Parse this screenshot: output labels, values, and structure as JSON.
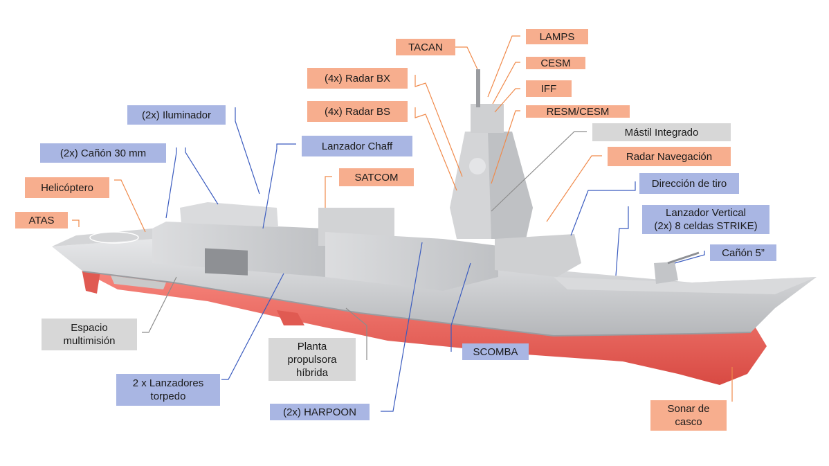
{
  "colors": {
    "weapons_label": "#f7ae8e",
    "sensors_label": "#a9b6e3",
    "systems_label": "#d7d7d7",
    "orange_leader": "#f08a4b",
    "blue_leader": "#3a5bbf",
    "gray_leader": "#8c8c8c",
    "hull_red": "#f26a62",
    "superstructure": "#cfd0d2"
  },
  "labels": {
    "tacan": "TACAN",
    "lamps": "LAMPS",
    "cesm": "CESM",
    "iff": "IFF",
    "resm_cesm": "RESM/CESM",
    "radar_bx": "(4x) Radar BX",
    "radar_bs": "(4x) Radar BS",
    "mastil": "Mástil Integrado",
    "radar_nav": "Radar Navegación",
    "iluminador": "(2x) Iluminador",
    "chaff": "Lanzador Chaff",
    "canon30": "(2x) Cañón 30 mm",
    "satcom": "SATCOM",
    "helicoptero": "Helicóptero",
    "direccion_tiro": "Dirección de tiro",
    "lanzador_vertical": "Lanzador Vertical\n(2x) 8 celdas STRIKE)",
    "atas": "ATAS",
    "canon5": "Cañón 5”",
    "espacio": "Espacio\nmultimisión",
    "planta": "Planta\npropulsora\nhíbrida",
    "scomba": "SCOMBA",
    "torpedo": "2 x Lanzadores\ntorpedo",
    "harpoon": "(2x) HARPOON",
    "sonar": "Sonar de\ncasco"
  }
}
